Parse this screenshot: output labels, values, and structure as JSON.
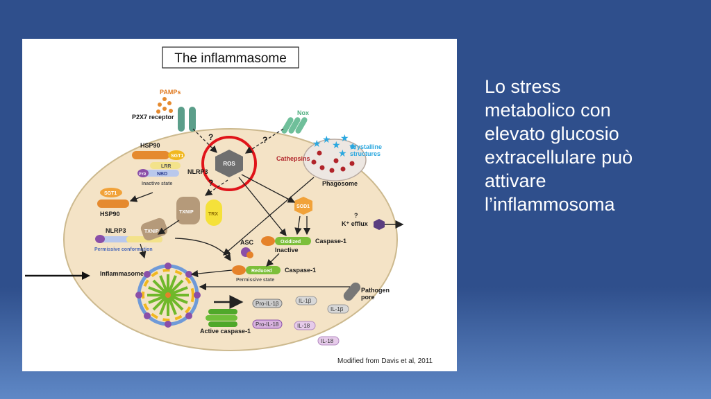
{
  "figure": {
    "title": "The inflammasome",
    "labels": {
      "pamps": "PAMPs",
      "p2x7_receptor": "P2X7 receptor",
      "nox": "Nox",
      "crystalline_structures_1": "Crystalline",
      "crystalline_structures_2": "structures",
      "cathepsins": "Cathepsins",
      "phagosome": "Phagosome",
      "ros": "ROS",
      "hsp90_top": "HSP90",
      "sgt1_top": "SGT1",
      "lrr": "LRR",
      "nbd": "NBD",
      "pyr": "PYR",
      "nlrp3_top": "NLRP3",
      "inactive_state": "Inactive state",
      "sgt1_left": "SGT1",
      "hsp90_left": "HSP90",
      "nlrp3_mid": "NLRP3",
      "permissive_conformation": "Permissive conformation",
      "txnip": "TXNIP",
      "trx": "TRX",
      "txnip_small": "TXNIP",
      "sod1": "SOD1",
      "k_efflux": "K⁺ efflux",
      "question": "?",
      "asc": "ASC",
      "oxidized": "Oxidized",
      "inactive": "Inactive",
      "caspase1_a": "Caspase-1",
      "reduced": "Reduced",
      "caspase1_b": "Caspase-1",
      "permissive_state": "Permissive state",
      "inflammasome": "Inflammasome",
      "pathogen_1": "Pathogen",
      "pathogen_2": "pore",
      "pro_il1b": "Pro-IL-1β",
      "il1b_a": "IL-1β",
      "il1b_b": "IL-1β",
      "pro_il18": "Pro-IL-18",
      "il18_a": "IL-18",
      "il18_b": "IL-18",
      "active_caspase": "Active caspase-1",
      "credit": "Modified from Davis et al, 2011"
    }
  },
  "slide_text": {
    "lines": [
      "Lo stress",
      "metabolico con",
      "elevato glucosio",
      "extracellulare può",
      "attivare",
      "l’inflammosoma"
    ]
  },
  "colors": {
    "cell_fill": "#f4e3c6",
    "highlight_ring": "#e0141a",
    "ros_fill": "#6f6f6f",
    "slide_bg": "#2f4f8c"
  },
  "icons": {
    "ros": "hexagon-icon",
    "nox": "channel-icon",
    "crystals": "star-icon",
    "inflammasome": "ring-complex-icon"
  }
}
